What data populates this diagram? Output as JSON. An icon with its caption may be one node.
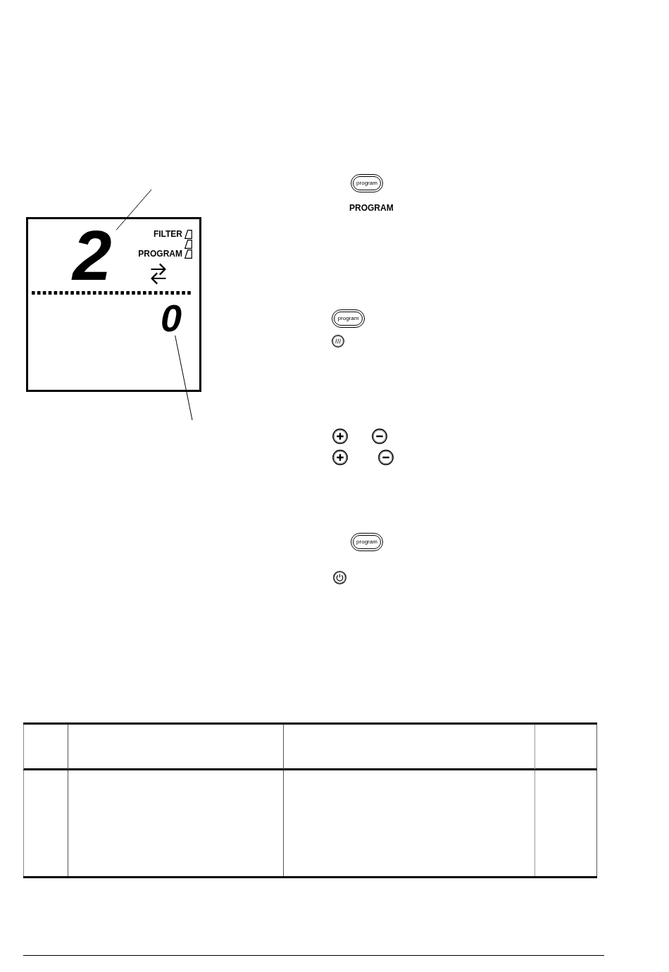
{
  "diagram": {
    "nodes": [
      {
        "text": [
          "FILTER",
          "PROGRAM"
        ]
      },
      {
        "text": [
          "2"
        ],
        "in": 0
      },
      {
        "text": [
          "0"
        ],
        "in": 0
      },
      {
        "text": [
          "program"
        ]
      },
      {
        "text": [
          "program"
        ]
      },
      {
        "text": [
          "program"
        ]
      }
    ],
    "edges": [
      {
        "from": null,
        "to": 1,
        "arrow": "none"
      },
      {
        "from": null,
        "to": 2,
        "arrow": "none"
      }
    ],
    "labels": [
      "PROGRAM"
    ]
  }
}
